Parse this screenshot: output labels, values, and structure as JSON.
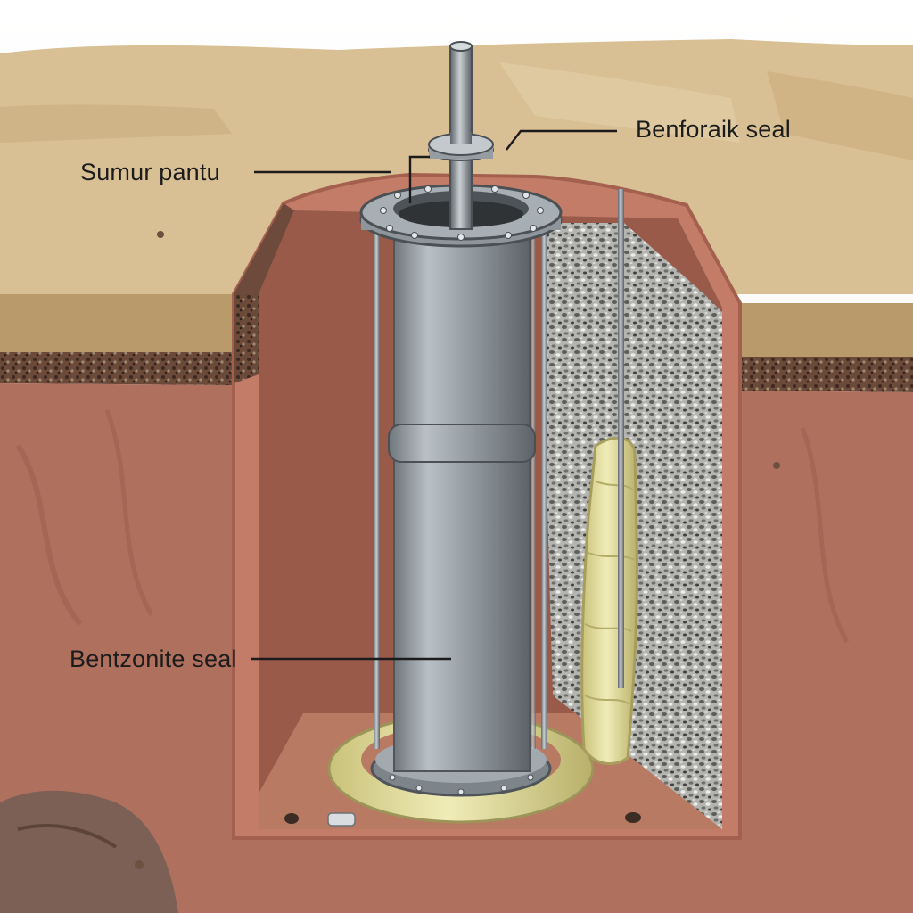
{
  "labels": {
    "top_left": "Sumur pantu",
    "top_right": "Benforaik seal",
    "bottom_left": "Bentzonite seal"
  },
  "colors": {
    "sand": "#d8bf94",
    "sand_shadow": "#b99a6a",
    "soil": "#b0705e",
    "soil_dark": "#8e5446",
    "pipe_steel": "#9aa2a8",
    "gravel": "#8c8c8a",
    "bentonite": "#e8e3a0"
  }
}
